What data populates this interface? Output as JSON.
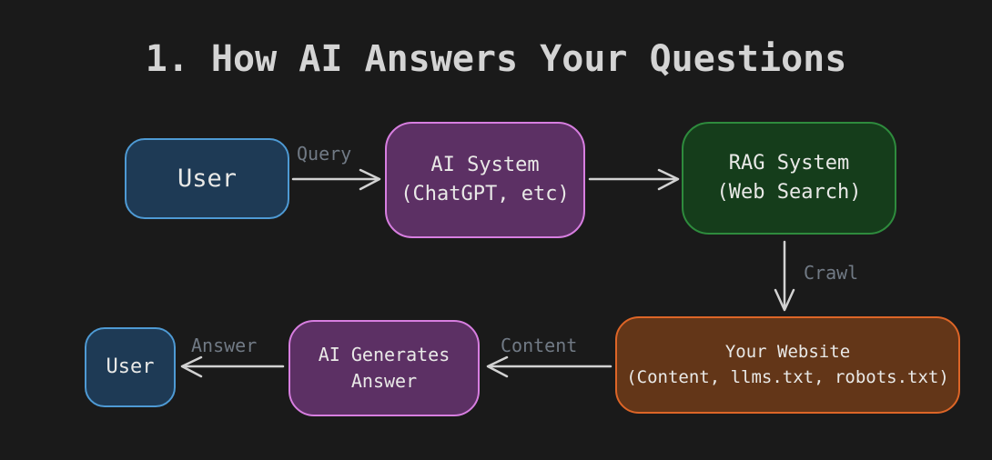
{
  "title": "1. How AI Answers Your Questions",
  "colors": {
    "background": "#1a1a1a",
    "title_text": "#d4d4d4",
    "box_text": "#e9e9e7",
    "label_text": "#717a85",
    "arrow": "#d2d2d2",
    "blue_fill": "#1e3a55",
    "blue_border": "#4e9ad4",
    "purple_fill": "#5c3064",
    "purple_border": "#d77ee0",
    "green_fill": "#153d1b",
    "green_border": "#2e8b3d",
    "orange_fill": "#633618",
    "orange_border": "#dd6527"
  },
  "nodes": {
    "user_top": {
      "line1": "User"
    },
    "ai_system": {
      "line1": "AI System",
      "line2": "(ChatGPT, etc)"
    },
    "rag_system": {
      "line1": "RAG System",
      "line2": "(Web Search)"
    },
    "your_website": {
      "line1": "Your Website",
      "line2": "(Content, llms.txt, robots.txt)"
    },
    "ai_generates": {
      "line1": "AI Generates",
      "line2": "Answer"
    },
    "user_bottom": {
      "line1": "User"
    }
  },
  "edge_labels": {
    "query": "Query",
    "crawl": "Crawl",
    "content": "Content",
    "answer": "Answer"
  }
}
